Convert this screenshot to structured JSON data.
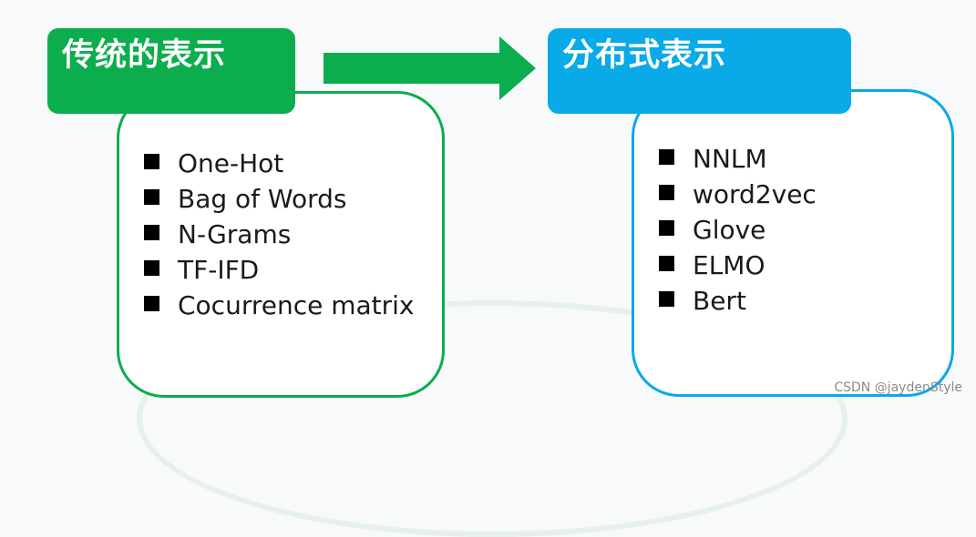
{
  "left": {
    "title": "传统的表示",
    "items": [
      "One-Hot",
      "Bag of Words",
      "N-Grams",
      "TF-IFD",
      "Cocurrence matrix"
    ]
  },
  "right": {
    "title": "分布式表示",
    "items": [
      "NNLM",
      "word2vec",
      "Glove",
      "ELMO",
      "Bert"
    ]
  },
  "arrow_icon": "right-arrow-icon",
  "bullet_icon": "square-bullet-icon",
  "colors": {
    "green": "#0cad4d",
    "blue": "#0aa9e8",
    "background": "#f8f9fa"
  },
  "watermark": "CSDN @jaydenStyle"
}
